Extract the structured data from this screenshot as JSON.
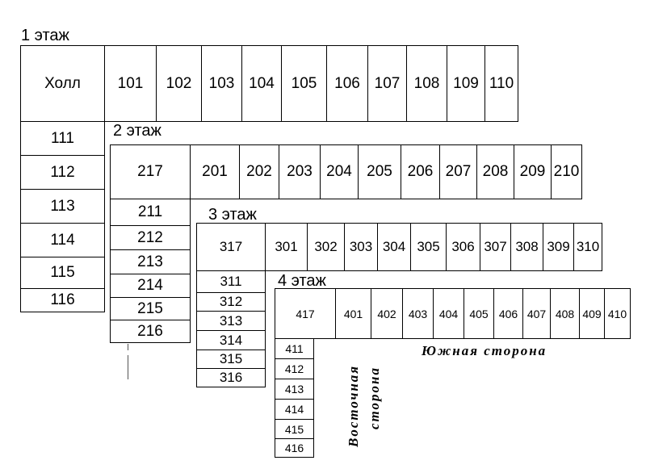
{
  "floors": [
    {
      "label": "1 этаж",
      "hall_label": "Холл",
      "top_rooms": [
        "101",
        "102",
        "103",
        "104",
        "105",
        "106",
        "107",
        "108",
        "109",
        "110"
      ],
      "side_rooms": [
        "111",
        "112",
        "113",
        "114",
        "115",
        "116"
      ]
    },
    {
      "label": "2 этаж",
      "corner_room": "217",
      "top_rooms": [
        "201",
        "202",
        "203",
        "204",
        "205",
        "206",
        "207",
        "208",
        "209",
        "210"
      ],
      "side_rooms": [
        "211",
        "212",
        "213",
        "214",
        "215",
        "216"
      ]
    },
    {
      "label": "3 этаж",
      "corner_room": "317",
      "top_rooms": [
        "301",
        "302",
        "303",
        "304",
        "305",
        "306",
        "307",
        "308",
        "309",
        "310"
      ],
      "side_rooms": [
        "311",
        "312",
        "313",
        "314",
        "315",
        "316"
      ]
    },
    {
      "label": "4 этаж",
      "corner_room": "417",
      "top_rooms": [
        "401",
        "402",
        "403",
        "404",
        "405",
        "406",
        "407",
        "408",
        "409",
        "410"
      ],
      "side_rooms": [
        "411",
        "412",
        "413",
        "414",
        "415",
        "416"
      ]
    }
  ],
  "south_side_label": "Южная сторона",
  "east_side_label": [
    "Восточная",
    "сторона"
  ]
}
